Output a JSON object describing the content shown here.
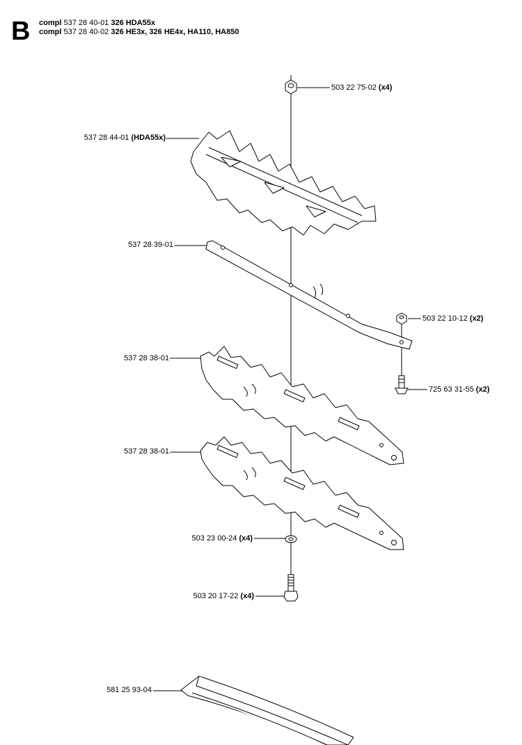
{
  "section": "B",
  "header": {
    "line1": {
      "prefix": "compl",
      "number": "537 28 40-01",
      "models": "326 HDA55x"
    },
    "line2": {
      "prefix": "compl",
      "number": "537 28 40-02",
      "models": "326 HE3x, 326 HE4x, HA110, HA850"
    }
  },
  "parts": [
    {
      "number": "503 22 75-02",
      "qty": "(x4)"
    },
    {
      "number": "537 28 44-01",
      "qty": "(HDA55x)"
    },
    {
      "number": "537 28 39-01",
      "qty": ""
    },
    {
      "number": "503 22 10-12",
      "qty": "(x2)"
    },
    {
      "number": "725 63 31-55",
      "qty": "(x2)"
    },
    {
      "number": "537 28 38-01",
      "qty": ""
    },
    {
      "number": "537 28 38-01",
      "qty": ""
    },
    {
      "number": "503 23 00-24",
      "qty": "(x4)"
    },
    {
      "number": "503 20 17-22",
      "qty": "(x4)"
    },
    {
      "number": "581 25 93-04",
      "qty": ""
    }
  ]
}
